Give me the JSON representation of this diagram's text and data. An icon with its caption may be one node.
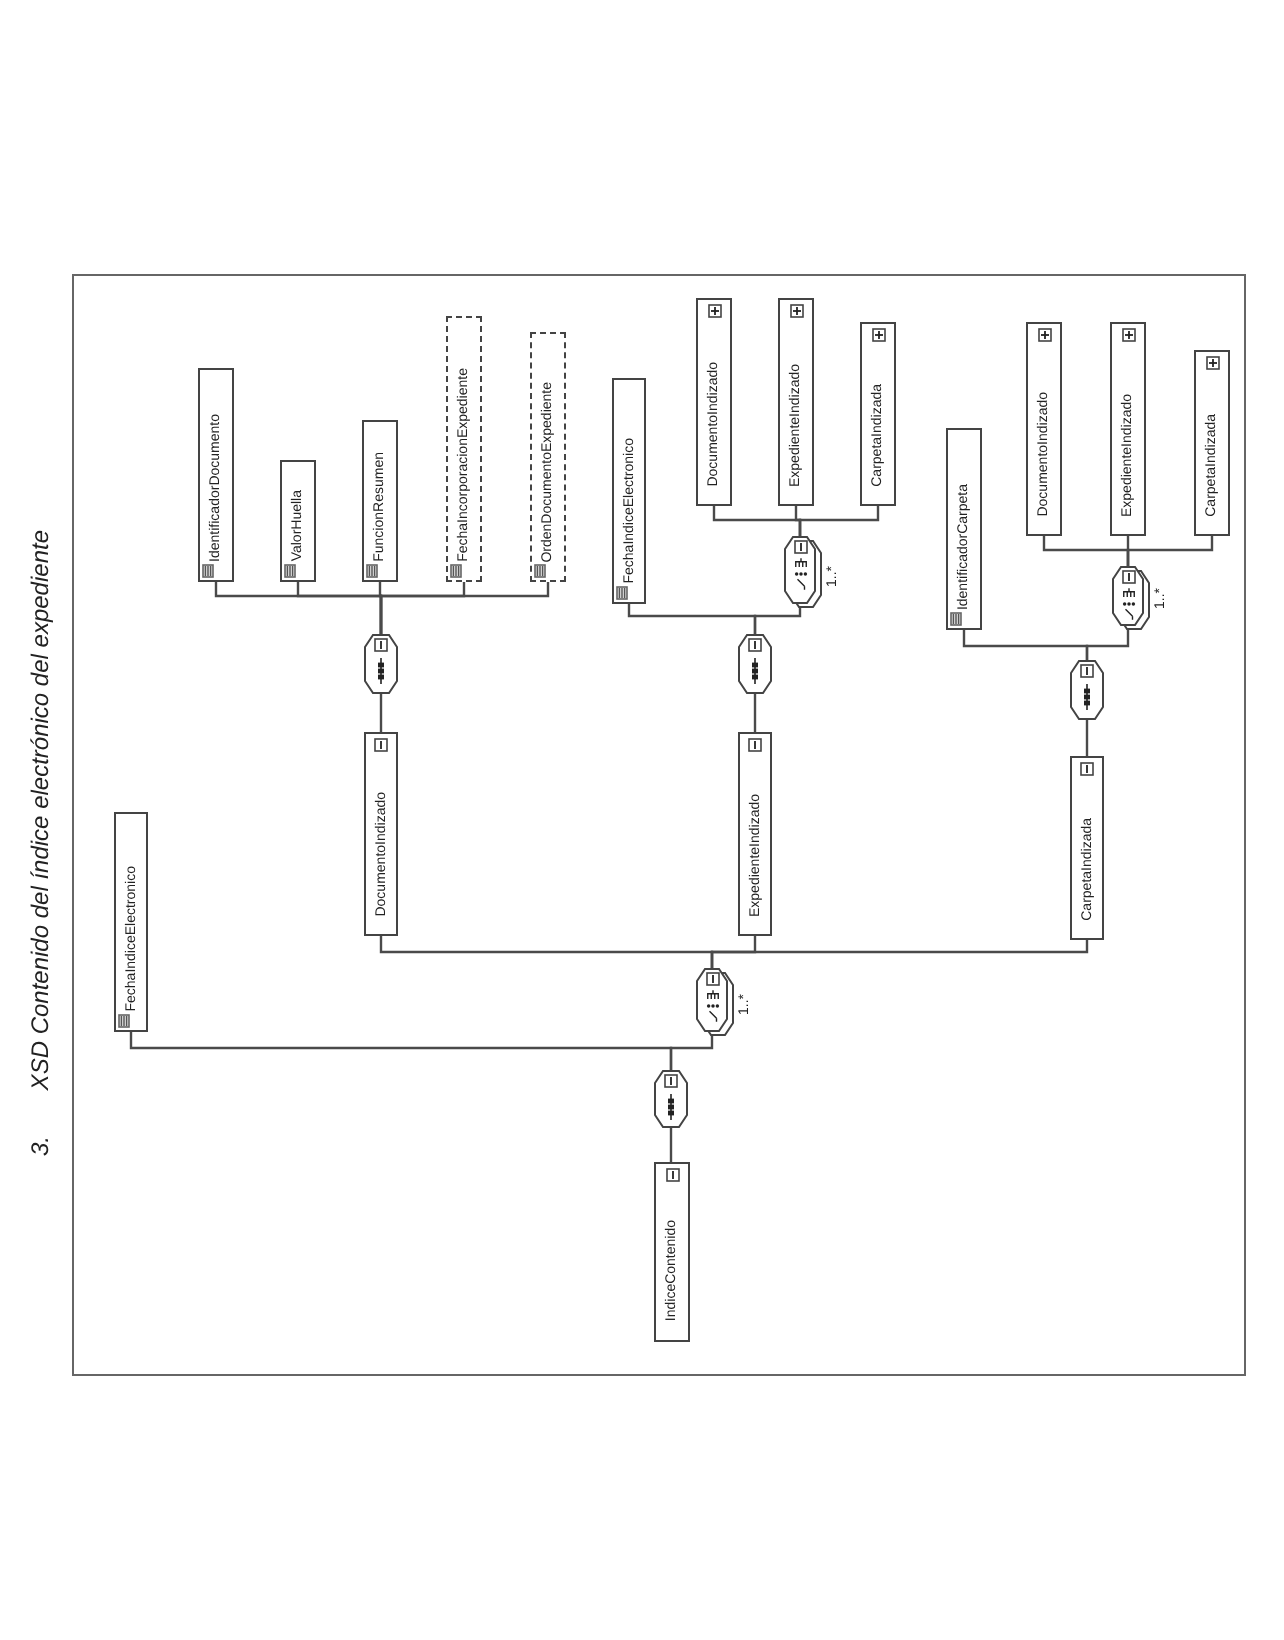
{
  "diagram": {
    "title": "XSD Contenido del índice electrónico del expediente",
    "nodes": [
      {
        "text": [
          "IndiceContenido"
        ]
      },
      {
        "text": [],
        "shape": "octagon"
      },
      {
        "text": [
          "FechaIndiceElectronico"
        ]
      },
      {
        "text": [],
        "shape": "octagon",
        "beside": [
          "1..*"
        ]
      },
      {
        "text": [
          "DocumentoIndizado"
        ]
      },
      {
        "text": [],
        "shape": "octagon"
      },
      {
        "text": [
          "IdentificadorDocumento"
        ]
      },
      {
        "text": [
          "ValorHuella"
        ]
      },
      {
        "text": [
          "FuncionResumen"
        ]
      },
      {
        "text": [
          "FechaIncorporacionExpediente"
        ]
      },
      {
        "text": [
          "OrdenDocumentoExpediente"
        ]
      },
      {
        "text": [
          "ExpedienteIndizado"
        ]
      },
      {
        "text": [],
        "shape": "octagon"
      },
      {
        "text": [
          "FechaIndiceElectronico"
        ]
      },
      {
        "text": [],
        "shape": "octagon",
        "beside": [
          "1..*"
        ]
      },
      {
        "text": [
          "DocumentoIndizado"
        ]
      },
      {
        "text": [
          "ExpedienteIndizado"
        ]
      },
      {
        "text": [
          "CarpetaIndizada"
        ]
      },
      {
        "text": [
          "CarpetaIndizada"
        ]
      },
      {
        "text": [],
        "shape": "octagon"
      },
      {
        "text": [
          "IdentificadorCarpeta"
        ]
      },
      {
        "text": [],
        "shape": "octagon",
        "beside": [
          "1..*"
        ]
      },
      {
        "text": [
          "DocumentoIndizado"
        ]
      },
      {
        "text": [
          "ExpedienteIndizado"
        ]
      },
      {
        "text": [
          "CarpetaIndizada"
        ]
      }
    ],
    "edges": [
      {
        "from": 0,
        "to": 1,
        "arrow": "none"
      },
      {
        "from": 1,
        "to": 2,
        "arrow": "none"
      },
      {
        "from": 1,
        "to": 3,
        "arrow": "none"
      },
      {
        "from": 3,
        "to": 4,
        "arrow": "none"
      },
      {
        "from": 3,
        "to": 11,
        "arrow": "none"
      },
      {
        "from": 3,
        "to": 18,
        "arrow": "none"
      },
      {
        "from": 4,
        "to": 5,
        "arrow": "none"
      },
      {
        "from": 5,
        "to": 6,
        "arrow": "none"
      },
      {
        "from": 5,
        "to": 7,
        "arrow": "none"
      },
      {
        "from": 5,
        "to": 8,
        "arrow": "none"
      },
      {
        "from": 5,
        "to": 9,
        "arrow": "none"
      },
      {
        "from": 5,
        "to": 10,
        "arrow": "none"
      },
      {
        "from": 11,
        "to": 12,
        "arrow": "none"
      },
      {
        "from": 12,
        "to": 13,
        "arrow": "none"
      },
      {
        "from": 12,
        "to": 14,
        "arrow": "none"
      },
      {
        "from": 14,
        "to": 15,
        "arrow": "none"
      },
      {
        "from": 14,
        "to": 16,
        "arrow": "none"
      },
      {
        "from": 14,
        "to": 17,
        "arrow": "none"
      },
      {
        "from": 18,
        "to": 19,
        "arrow": "none"
      },
      {
        "from": 19,
        "to": 20,
        "arrow": "none"
      },
      {
        "from": 19,
        "to": 21,
        "arrow": "none"
      },
      {
        "from": 21,
        "to": 22,
        "arrow": "none"
      },
      {
        "from": 21,
        "to": 23,
        "arrow": "none"
      },
      {
        "from": 21,
        "to": 24,
        "arrow": "none"
      }
    ],
    "labels": [
      "3."
    ]
  }
}
